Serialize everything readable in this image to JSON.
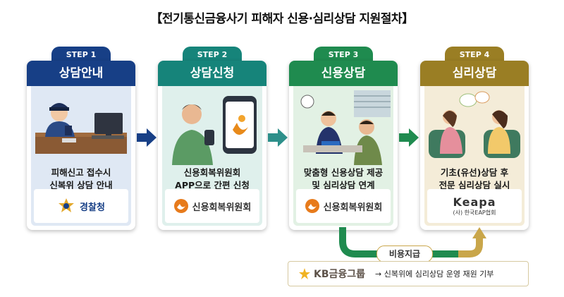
{
  "title": "【전기통신금융사기 피해자 신용·심리상담 지원절차】",
  "steps": [
    {
      "label": "STEP 1",
      "heading": "상담안내",
      "desc_line1": "피해신고 접수시",
      "desc_line2": "신복위 상담 안내",
      "org": "경찰청",
      "color": "#173f86",
      "body_color": "#dfe8f4"
    },
    {
      "label": "STEP 2",
      "heading": "상담신청",
      "desc_line1": "신용회복위원회",
      "desc_line2": "APP으로 간편 신청",
      "org": "신용회복위원회",
      "color": "#16847a",
      "body_color": "#dff0ec"
    },
    {
      "label": "STEP 3",
      "heading": "신용상담",
      "desc_line1": "맞춤형 신용상담 제공",
      "desc_line2": "및 심리상담 연계",
      "org": "신용회복위원회",
      "color": "#1f8b4f",
      "body_color": "#e2f1e4"
    },
    {
      "label": "STEP 4",
      "heading": "심리상담",
      "desc_line1": "기초(유선)상담 후",
      "desc_line2": "전문 심리상담 실시",
      "org": "Keapa",
      "org_sub": "(사) 한국EAP협회",
      "color": "#9a7e24",
      "body_color": "#f4ecd8"
    }
  ],
  "funding": {
    "badge": "비용지급",
    "kb_name": "KB금융그룹",
    "note": "→ 신복위에 심리상담 운영 재원 기부"
  },
  "colors": {
    "arrow_teal": "#2d8f8a",
    "arrow_navy": "#173f86",
    "arrow_green": "#1f8b4f",
    "funding_arrow": "#1f8b4f"
  }
}
